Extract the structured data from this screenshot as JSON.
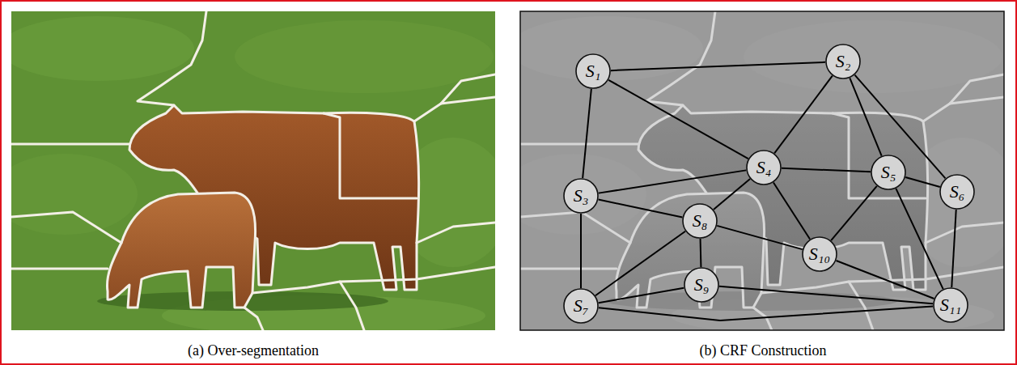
{
  "diagram": {
    "nodes": [
      {
        "text": [
          "S₁"
        ]
      },
      {
        "text": [
          "S₂"
        ]
      },
      {
        "text": [
          "S₃"
        ]
      },
      {
        "text": [
          "S₄"
        ]
      },
      {
        "text": [
          "S₅"
        ]
      },
      {
        "text": [
          "S₆"
        ]
      },
      {
        "text": [
          "S₇"
        ]
      },
      {
        "text": [
          "S₈"
        ]
      },
      {
        "text": [
          "S₉"
        ]
      },
      {
        "text": [
          "S₁₀"
        ]
      },
      {
        "text": [
          "S₁₁"
        ]
      }
    ],
    "edges": [
      {
        "from": 0,
        "to": 1,
        "arrow": "none"
      },
      {
        "from": 0,
        "to": 3,
        "arrow": "none"
      },
      {
        "from": 0,
        "to": 2,
        "arrow": "none"
      },
      {
        "from": 1,
        "to": 3,
        "arrow": "none"
      },
      {
        "from": 1,
        "to": 4,
        "arrow": "none"
      },
      {
        "from": 1,
        "to": 5,
        "arrow": "none"
      },
      {
        "from": 2,
        "to": 3,
        "arrow": "none"
      },
      {
        "from": 2,
        "to": 7,
        "arrow": "none"
      },
      {
        "from": 2,
        "to": 6,
        "arrow": "none"
      },
      {
        "from": 3,
        "to": 4,
        "arrow": "none"
      },
      {
        "from": 3,
        "to": 7,
        "arrow": "none"
      },
      {
        "from": 3,
        "to": 9,
        "arrow": "none"
      },
      {
        "from": 4,
        "to": 5,
        "arrow": "none"
      },
      {
        "from": 4,
        "to": 9,
        "arrow": "none"
      },
      {
        "from": 4,
        "to": 10,
        "arrow": "none"
      },
      {
        "from": 5,
        "to": 10,
        "arrow": "none"
      },
      {
        "from": 7,
        "to": 9,
        "arrow": "none"
      },
      {
        "from": 7,
        "to": 6,
        "arrow": "none"
      },
      {
        "from": 7,
        "to": 8,
        "arrow": "none"
      },
      {
        "from": 8,
        "to": 6,
        "arrow": "none"
      },
      {
        "from": 8,
        "to": 10,
        "arrow": "none"
      },
      {
        "from": 6,
        "to": 10,
        "arrow": "none"
      },
      {
        "from": 9,
        "to": 10,
        "arrow": "none"
      }
    ],
    "labels": [
      "(a) Over-segmentation",
      "(b) CRF Construction"
    ]
  }
}
